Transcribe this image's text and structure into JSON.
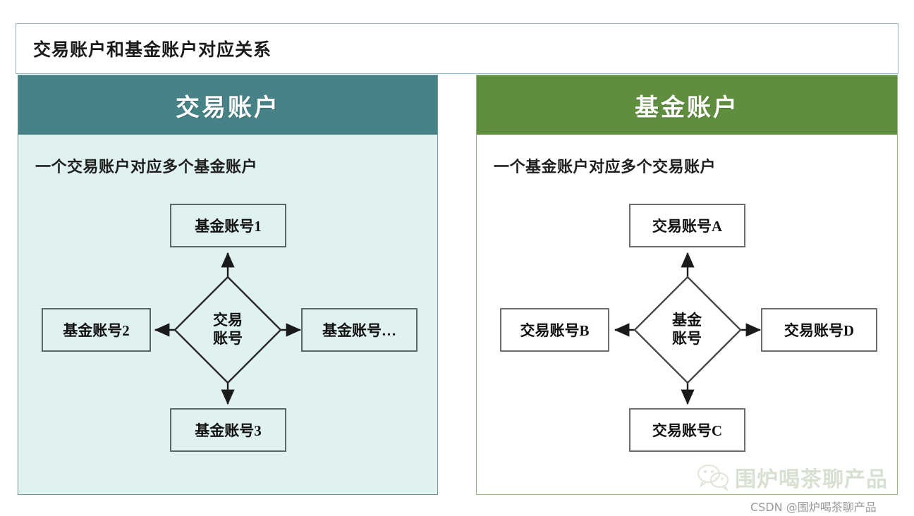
{
  "title": {
    "text": "交易账户和基金账户对应关系"
  },
  "panels": {
    "left": {
      "header": "交易账户",
      "subtitle": "一个交易账户对应多个基金账户",
      "header_color": "#478287",
      "body_color": "#e0f2f0",
      "border_color": "#6f9aa2",
      "center": "交易\n账号",
      "center_line1": "交易",
      "center_line2": "账号",
      "nodes": {
        "top": "基金账号1",
        "left": "基金账号2",
        "right": "基金账号…",
        "bottom": "基金账号3"
      }
    },
    "right": {
      "header": "基金账户",
      "subtitle": "一个基金账户对应多个交易账户",
      "header_color": "#5f8e3e",
      "body_color": "#ffffff",
      "border_color": "#97b87a",
      "center": "基金\n账号",
      "center_line1": "基金",
      "center_line2": "账号",
      "nodes": {
        "top": "交易账号A",
        "left": "交易账号B",
        "right": "交易账号D",
        "bottom": "交易账号C"
      }
    }
  },
  "watermark": {
    "icon": "wechat-icon",
    "text": "围炉喝茶聊产品",
    "credit": "CSDN @围炉喝茶聊产品"
  }
}
